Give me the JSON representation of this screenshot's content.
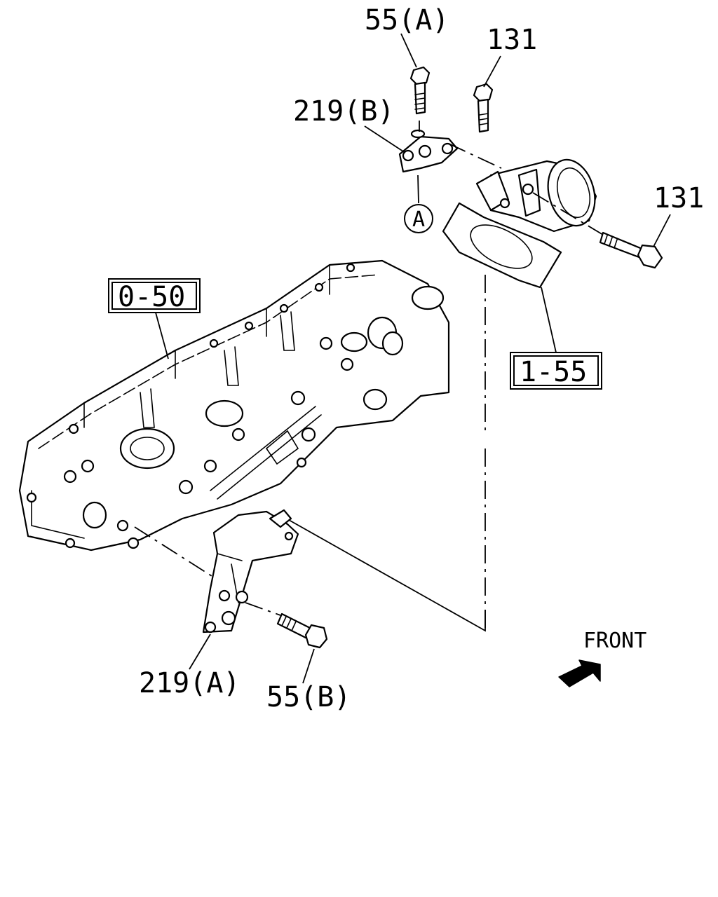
{
  "labels": {
    "bolt_55a": "55(A)",
    "bolt_131_top": "131",
    "bracket_219b": "219(B)",
    "ref_a": "A",
    "bolt_131_right": "131",
    "ref_0_50": "0-50",
    "ref_1_55": "1-55",
    "bracket_219a": "219(A)",
    "bolt_55b": "55(B)",
    "front": "FRONT"
  },
  "colors": {
    "line": "#000000",
    "background": "#ffffff"
  },
  "icons": {
    "direction": "front-arrow-icon"
  }
}
